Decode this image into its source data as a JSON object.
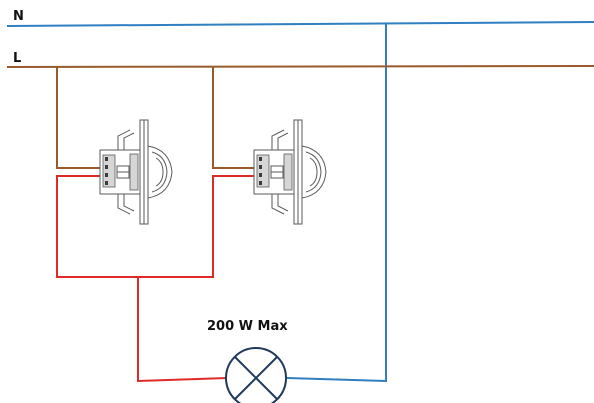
{
  "labels": {
    "neutral": "N",
    "live": "L",
    "load_rating": "200 W Max"
  },
  "colors": {
    "neutral": "#2f7fc1",
    "live": "#9a5a2c",
    "switched": "#e02a2a",
    "lamp": "#1f3b5c",
    "device": "#5a5a5a"
  },
  "components": {
    "sensors": [
      {
        "name": "sensor-1"
      },
      {
        "name": "sensor-2"
      }
    ],
    "lamp": {
      "icon": "lamp-icon"
    }
  }
}
